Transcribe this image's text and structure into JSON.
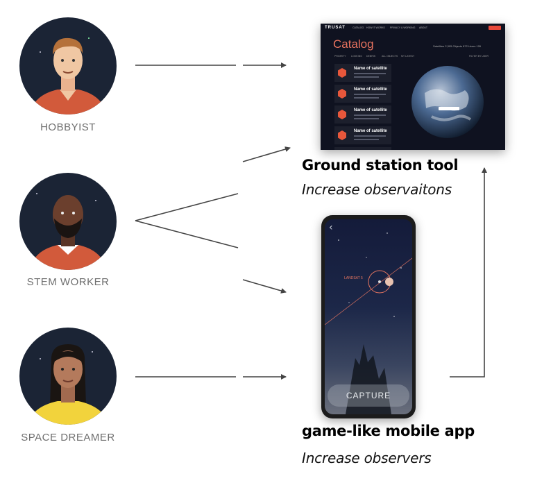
{
  "personas": [
    {
      "label": "HOBBYIST",
      "icon": "hobbyist-avatar-icon"
    },
    {
      "label": "STEM WORKER",
      "icon": "stem-worker-avatar-icon"
    },
    {
      "label": "SPACE DREAMER",
      "icon": "space-dreamer-avatar-icon"
    }
  ],
  "ground_station": {
    "title": "Ground station tool",
    "subtitle": "Increase observaitons",
    "screenshot": {
      "logo": "TRUSAT",
      "nav": [
        "CATALOG",
        "HOW IT WORKS",
        "PRIVACY & WORKING",
        "ABOUT"
      ],
      "page_title": "Catalog",
      "stats": "Satellites 2,305   Objects 872   Users 126",
      "tabs": [
        "PRIORITY",
        "LOOKING",
        "DEBRIS",
        "ALL OBJECTS",
        "MY LATEST"
      ],
      "filter": "FILTER BY USER",
      "satellite_name": "Name of satellite",
      "row_count": 5
    }
  },
  "mobile_app": {
    "title": "game-like mobile app",
    "subtitle": "Increase observers",
    "screen": {
      "capture_label": "CAPTURE",
      "satellite_tag": "LANDSAT 5",
      "back_icon": "back-chevron-icon"
    }
  },
  "colors": {
    "arrow": "#444444",
    "accent": "#e8483a",
    "label_gray": "#6e6e6e"
  }
}
